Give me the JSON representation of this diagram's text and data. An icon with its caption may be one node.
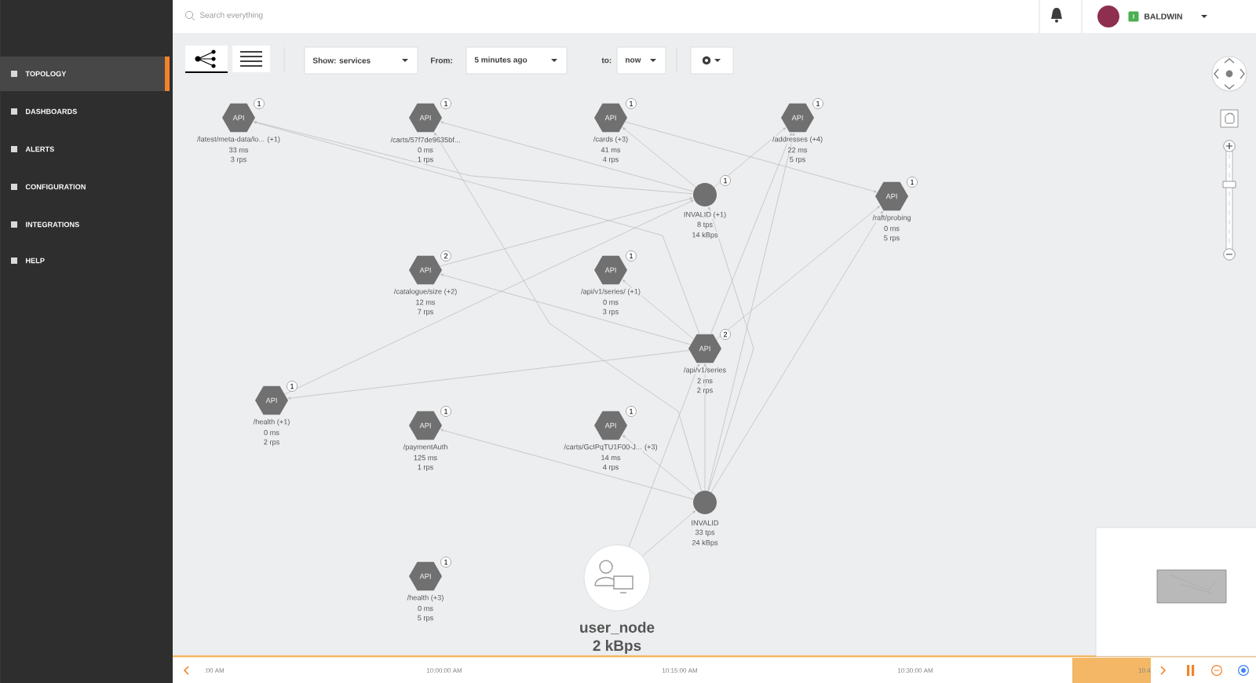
{
  "diagram": {
    "nodes": [
      {
        "text": [
          "API",
          "1",
          "/latest/meta-data/lo... (+1)",
          "33 ms",
          "3 rps"
        ]
      },
      {
        "text": [
          "API",
          "1",
          "/carts/57f7de9635bf...",
          "0 ms",
          "1 rps"
        ]
      },
      {
        "text": [
          "API",
          "1",
          "/cards (+3)",
          "41 ms",
          "4 rps"
        ]
      },
      {
        "text": [
          "API",
          "1",
          "/addresses (+4)",
          "22 ms",
          "5 rps"
        ]
      },
      {
        "text": [
          "1",
          "INVALID (+1)",
          "8 tps",
          "14 kBps"
        ]
      },
      {
        "text": [
          "API",
          "1",
          "/raft/probing",
          "0 ms",
          "5 rps"
        ]
      },
      {
        "text": [
          "API",
          "2",
          "/catalogue/size (+2)",
          "12 ms",
          "7 rps"
        ]
      },
      {
        "text": [
          "API",
          "1",
          "/api/v1/series/ (+1)",
          "0 ms",
          "3 rps"
        ]
      },
      {
        "text": [
          "API",
          "2",
          "/api/v1/series",
          "2 ms",
          "2 rps"
        ]
      },
      {
        "text": [
          "API",
          "1",
          "/health (+1)",
          "0 ms",
          "2 rps"
        ]
      },
      {
        "text": [
          "API",
          "1",
          "/paymentAuth",
          "125 ms",
          "1 rps"
        ]
      },
      {
        "text": [
          "API",
          "1",
          "/carts/GcIPqTU1F00-J... (+3)",
          "14 ms",
          "4 rps"
        ]
      },
      {
        "text": [
          "INVALID",
          "33 tps",
          "24 kBps"
        ]
      },
      {
        "text": [
          "API",
          "1",
          "/health (+3)",
          "0 ms",
          "5 rps"
        ]
      },
      {
        "text": [
          "user_node",
          "2 kBps"
        ]
      }
    ],
    "edges": [
      {
        "from": 4,
        "to": 0,
        "arrow": "to"
      },
      {
        "from": 4,
        "to": 1,
        "arrow": "to"
      },
      {
        "from": 4,
        "to": 2,
        "arrow": "to"
      },
      {
        "from": 4,
        "to": 3,
        "arrow": "to"
      },
      {
        "from": 2,
        "to": 5,
        "arrow": "to"
      },
      {
        "from": 12,
        "to": 4,
        "arrow": "to"
      },
      {
        "from": 8,
        "to": 0,
        "arrow": "to"
      },
      {
        "from": 8,
        "to": 6,
        "arrow": "to"
      },
      {
        "from": 8,
        "to": 9,
        "arrow": "to"
      },
      {
        "from": 8,
        "to": 3,
        "arrow": "to"
      },
      {
        "from": 8,
        "to": 5,
        "arrow": "to"
      },
      {
        "from": 8,
        "to": 7,
        "arrow": "to"
      },
      {
        "from": 12,
        "to": 8,
        "arrow": "to"
      },
      {
        "from": 12,
        "to": 10,
        "arrow": "to"
      },
      {
        "from": 12,
        "to": 11,
        "arrow": "to"
      },
      {
        "from": 12,
        "to": 5,
        "arrow": "to"
      },
      {
        "from": 12,
        "to": 3,
        "arrow": "to"
      },
      {
        "from": 12,
        "to": 1,
        "arrow": "to"
      },
      {
        "from": 9,
        "to": 4,
        "arrow": "to"
      },
      {
        "from": 6,
        "to": 4,
        "arrow": "to"
      },
      {
        "from": 14,
        "to": 12,
        "arrow": "to"
      },
      {
        "from": 14,
        "to": 8,
        "arrow": "to"
      }
    ],
    "labels": [
      "Search everything",
      "I",
      "BALDWIN",
      "TOPOLOGY",
      "DASHBOARDS",
      "ALERTS",
      "CONFIGURATION",
      "INTEGRATIONS",
      "HELP",
      "Show: services",
      "From:",
      "5 minutes ago",
      "to:",
      "now",
      ":00 AM",
      "10:00:00 AM",
      "10:15:00 AM",
      "10:30:00 AM",
      "10:4"
    ]
  }
}
